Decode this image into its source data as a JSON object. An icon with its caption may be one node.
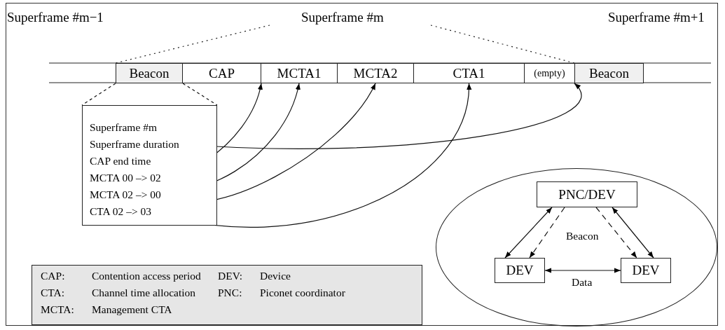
{
  "diagram": {
    "nodes": [
      {
        "text": [
          "Beacon"
        ]
      },
      {
        "text": [
          "CAP"
        ]
      },
      {
        "text": [
          "MCTA1"
        ]
      },
      {
        "text": [
          "MCTA2"
        ]
      },
      {
        "text": [
          "CTA1"
        ]
      },
      {
        "text": [
          "(empty)"
        ]
      },
      {
        "text": [
          "Beacon"
        ]
      },
      {
        "text": [],
        "shape": "box"
      },
      {
        "text": [
          "Superframe #m"
        ],
        "in": 7
      },
      {
        "text": [
          "Superframe duration"
        ],
        "in": 7
      },
      {
        "text": [
          "CAP end time"
        ],
        "in": 7
      },
      {
        "text": [
          "MCTA 00 –> 02"
        ],
        "in": 7
      },
      {
        "text": [
          "MCTA 02 –> 00"
        ],
        "in": 7
      },
      {
        "text": [
          "CTA 02 –> 03"
        ],
        "in": 7
      },
      {
        "text": [],
        "shape": "ellipse"
      },
      {
        "text": [
          "PNC/DEV"
        ],
        "in": 14
      },
      {
        "text": [
          "DEV"
        ],
        "in": 14
      },
      {
        "text": [
          "DEV"
        ],
        "in": 14
      }
    ],
    "edges": [
      {
        "from": 0,
        "to": 7,
        "arrow": "none",
        "style": "dashed"
      },
      {
        "from": 0,
        "to": 7,
        "arrow": "none",
        "style": "dashed"
      },
      {
        "from": 10,
        "to": 1,
        "arrow": "to"
      },
      {
        "from": 11,
        "to": 2,
        "arrow": "to"
      },
      {
        "from": 12,
        "to": 3,
        "arrow": "to"
      },
      {
        "from": 13,
        "to": 4,
        "arrow": "to"
      },
      {
        "from": 9,
        "to": 6,
        "arrow": "to"
      },
      {
        "from": 15,
        "to": 16,
        "arrow": "both"
      },
      {
        "from": 15,
        "to": 16,
        "arrow": "to",
        "style": "dashed"
      },
      {
        "from": 15,
        "to": 17,
        "arrow": "to",
        "style": "dashed"
      },
      {
        "from": 15,
        "to": 17,
        "arrow": "both"
      },
      {
        "from": 16,
        "to": 17,
        "arrow": "both",
        "label": "Data"
      }
    ],
    "labels": [
      "Superframe #m−1",
      "Superframe #m",
      "Superframe #m+1",
      "Beacon",
      "CAP:",
      "Contention access period",
      "DEV:",
      "Device",
      "CTA:",
      "Channel time allocation",
      "PNC:",
      "Piconet coordinator",
      "MCTA:",
      "Management CTA"
    ]
  }
}
